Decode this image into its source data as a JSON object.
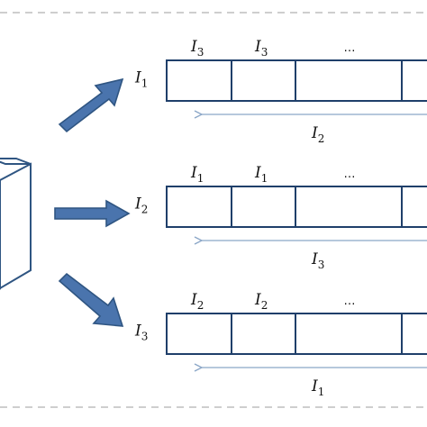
{
  "colors": {
    "arrow_fill": "#4a74ad",
    "arrow_stroke": "#2f5582",
    "box_stroke": "#1f3f6a",
    "box_fill": "#ffffff",
    "thin_arrow": "#8aa6c7",
    "dashed_border": "#bdbdbd",
    "text": "#111111"
  },
  "tensor": {
    "shape": "3d-block"
  },
  "unfoldings": [
    {
      "mode_label": {
        "base": "I",
        "sub": "1"
      },
      "cell_labels": [
        {
          "base": "I",
          "sub": "3"
        },
        {
          "base": "I",
          "sub": "3"
        },
        {
          "text": "…"
        }
      ],
      "span_label": {
        "base": "I",
        "sub": "2"
      }
    },
    {
      "mode_label": {
        "base": "I",
        "sub": "2"
      },
      "cell_labels": [
        {
          "base": "I",
          "sub": "1"
        },
        {
          "base": "I",
          "sub": "1"
        },
        {
          "text": "…"
        }
      ],
      "span_label": {
        "base": "I",
        "sub": "3"
      }
    },
    {
      "mode_label": {
        "base": "I",
        "sub": "3"
      },
      "cell_labels": [
        {
          "base": "I",
          "sub": "2"
        },
        {
          "base": "I",
          "sub": "2"
        },
        {
          "text": "…"
        }
      ],
      "span_label": {
        "base": "I",
        "sub": "1"
      }
    }
  ]
}
